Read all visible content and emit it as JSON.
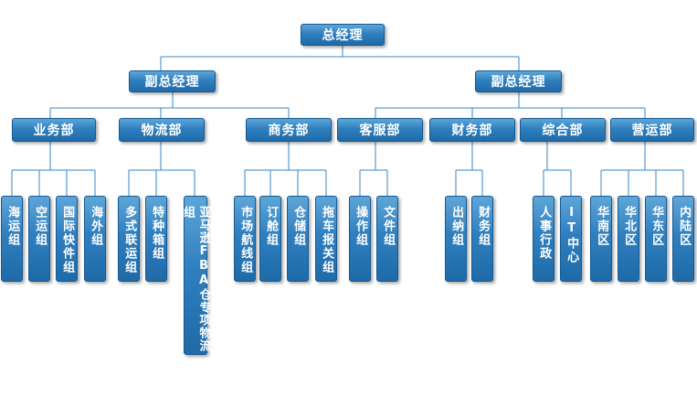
{
  "org": {
    "ceo": "总经理",
    "vp_left": "副总经理",
    "vp_right": "副总经理",
    "departments": {
      "business": "业务部",
      "logistics": "物流部",
      "commerce": "商务部",
      "customer_service": "客服部",
      "finance": "财务部",
      "general": "综合部",
      "operations": "营运部"
    },
    "groups": {
      "sea": "海运组",
      "air": "空运组",
      "intl_express": "国际快件组",
      "overseas": "海外组",
      "multimodal": "多式联运组",
      "special_box": "特种箱组",
      "amazon_fba": "亚马逊FBA仓专项物流组",
      "market_route": "市场航线组",
      "booking": "订舱组",
      "warehouse": "仓储组",
      "trucking_customs": "拖车报关组",
      "operation": "操作组",
      "document": "文件组",
      "cashier": "出纳组",
      "finance_group": "财务组",
      "hr_admin": "人事行政",
      "it_center": "IT中心",
      "south_china": "华南区",
      "north_china": "华北区",
      "east_china": "华东区",
      "inland": "内陆区"
    }
  }
}
